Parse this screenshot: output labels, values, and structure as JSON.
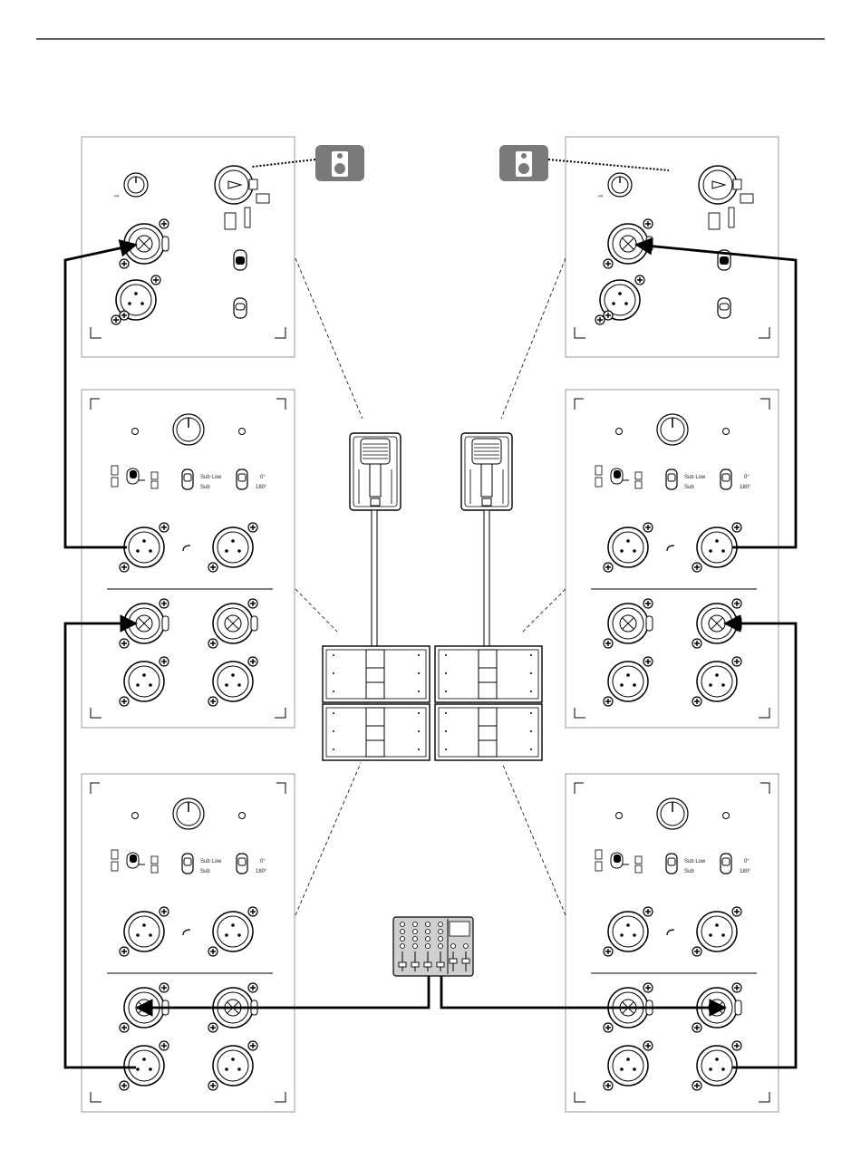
{
  "figure": {
    "type": "connection-diagram",
    "panels": {
      "top_left": {
        "knob_label": "-∞"
      },
      "top_right": {
        "knob_label": "-∞"
      },
      "sub_panels": {
        "switch_label_top": "Sub Low",
        "switch_label_bottom": "Sub",
        "phase_top": "0°",
        "phase_bottom": "180°"
      }
    },
    "icons": [
      "speaker-icon",
      "speaker-icon",
      "mixer-icon"
    ],
    "colors": {
      "line": "#000000",
      "panel_border": "#9a9a9a",
      "icon_fill": "#7a7a7a",
      "mixer_fill": "#cfcfcf"
    }
  }
}
